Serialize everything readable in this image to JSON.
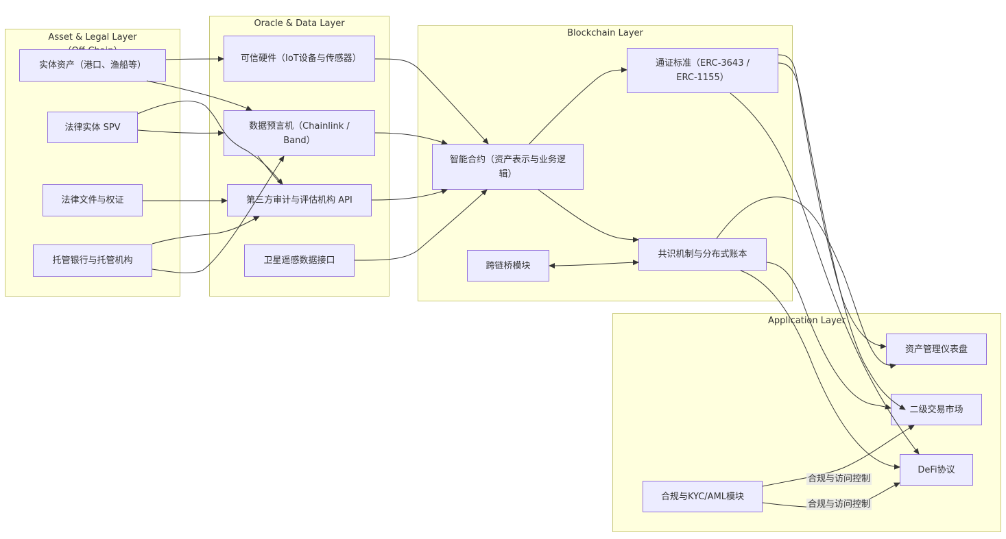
{
  "clusters": {
    "asset": {
      "title": "Asset & Legal Layer（Off-Chain）"
    },
    "oracle": {
      "title": "Oracle & Data Layer"
    },
    "blockchain": {
      "title": "Blockchain Layer"
    },
    "application": {
      "title": "Application Layer"
    }
  },
  "nodes": {
    "physical_assets": "实体资产（港口、渔船等）",
    "spv": "法律实体 SPV",
    "legal_docs": "法律文件与权证",
    "custody": "托管银行与托管机构",
    "trusted_hw": "可信硬件（IoT设备与传感器）",
    "oracle": "数据预言机（Chainlink / Band）",
    "audit_api": "第三方审计与评估机构 API",
    "satellite": "卫星遥感数据接口",
    "smart_contract": "智能合约（资产表示与业务逻辑）",
    "token_std": "通证标准（ERC-3643 / ERC-1155）",
    "consensus": "共识机制与分布式账本",
    "bridge": "跨链桥模块",
    "dashboard": "资产管理仪表盘",
    "secondary_market": "二级交易市场",
    "defi": "DeFi协议",
    "kyc": "合规与KYC/AML模块"
  },
  "edge_labels": {
    "kyc_market": "合规与访问控制",
    "kyc_defi": "合规与访问控制"
  },
  "colors": {
    "cluster_fill": "#ffffde",
    "cluster_border": "#c8c87a",
    "node_fill": "#ececff",
    "node_border": "#9370db",
    "edge": "#333333"
  }
}
